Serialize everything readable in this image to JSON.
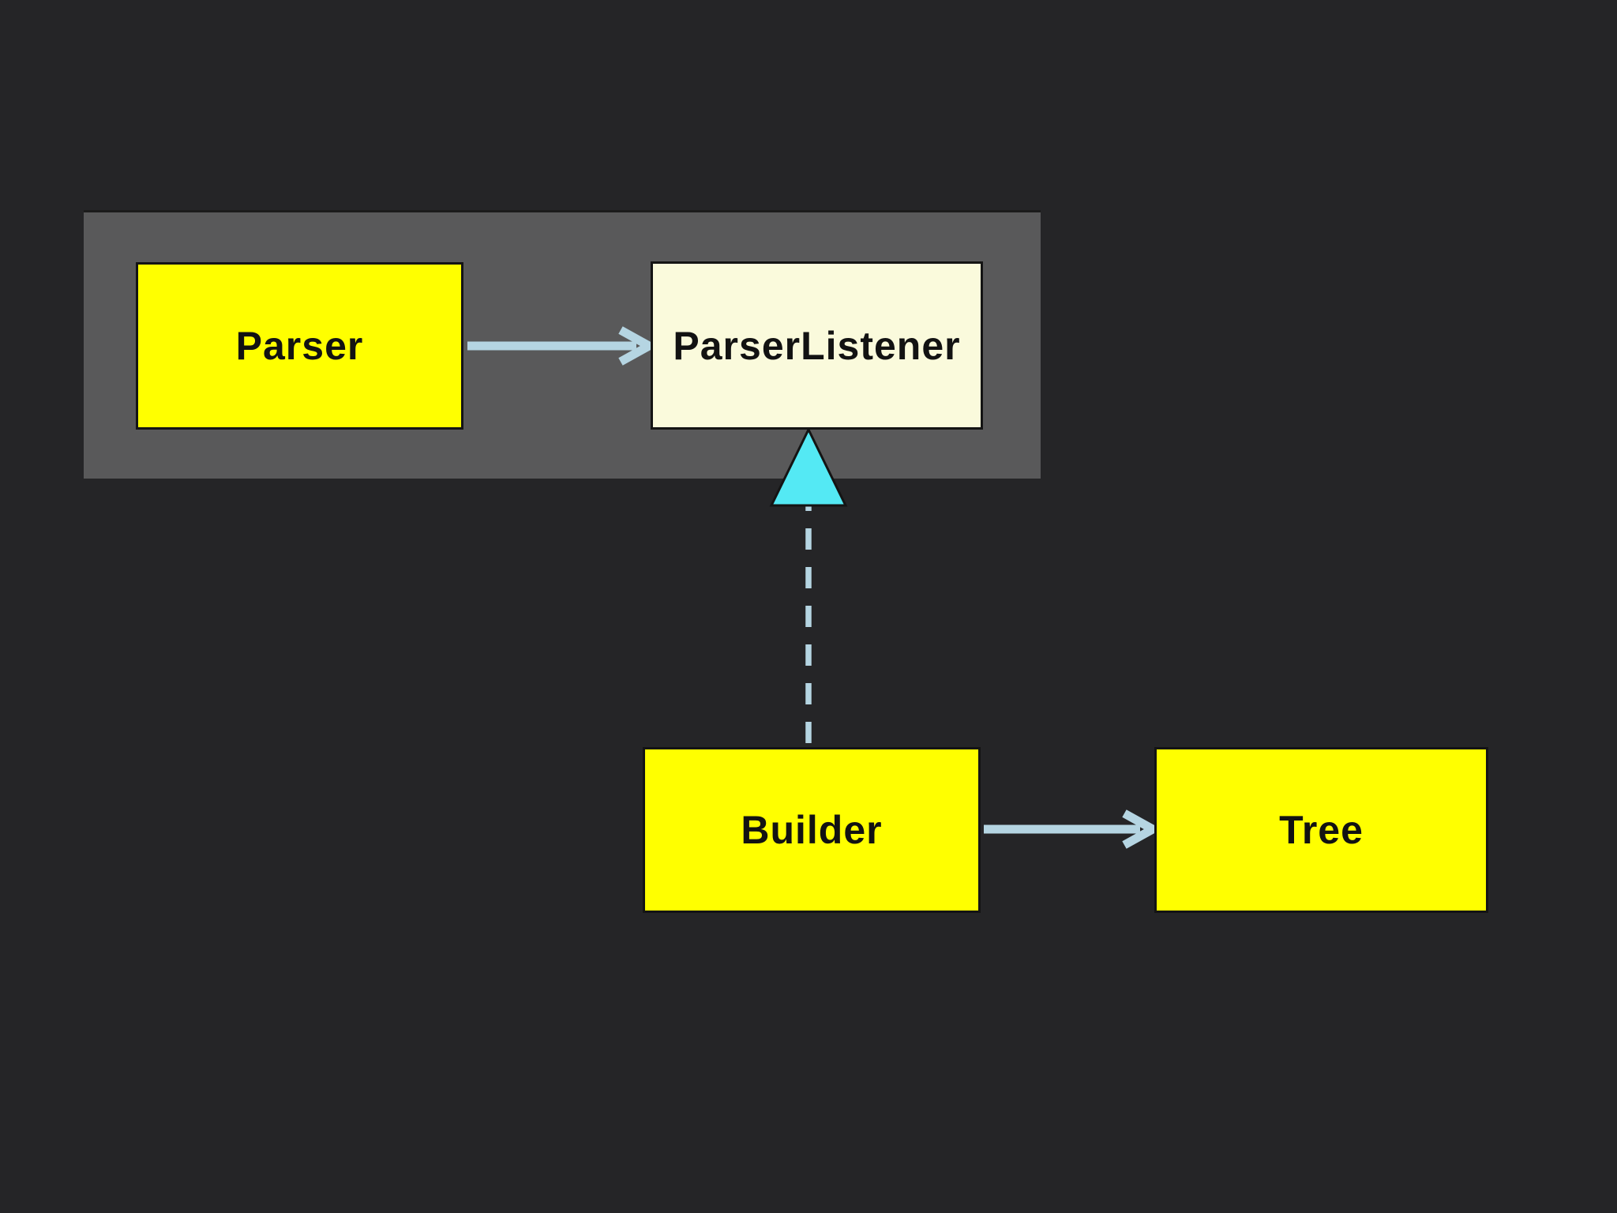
{
  "colors": {
    "background": "#252527",
    "panel": "#59595a",
    "panel_top_edge": "#1b1b1b",
    "node_yellow": "#ffff00",
    "node_cream": "#fafadc",
    "border_ink": "#141414",
    "connector_blue": "#b5d5e2",
    "realization_cyan": "#54e9f4",
    "label_ink": "#121212"
  },
  "diagram": {
    "nodes": {
      "parser": {
        "label": "Parser",
        "fill": "yellow"
      },
      "parser_listener": {
        "label": "ParserListener",
        "fill": "cream"
      },
      "builder": {
        "label": "Builder",
        "fill": "yellow"
      },
      "tree": {
        "label": "Tree",
        "fill": "yellow"
      }
    },
    "edges": [
      {
        "from": "Parser",
        "to": "ParserListener",
        "type": "solid-arrow"
      },
      {
        "from": "Builder",
        "to": "ParserListener",
        "type": "dashed-line-hollow-triangle"
      },
      {
        "from": "Builder",
        "to": "Tree",
        "type": "solid-arrow"
      }
    ]
  }
}
